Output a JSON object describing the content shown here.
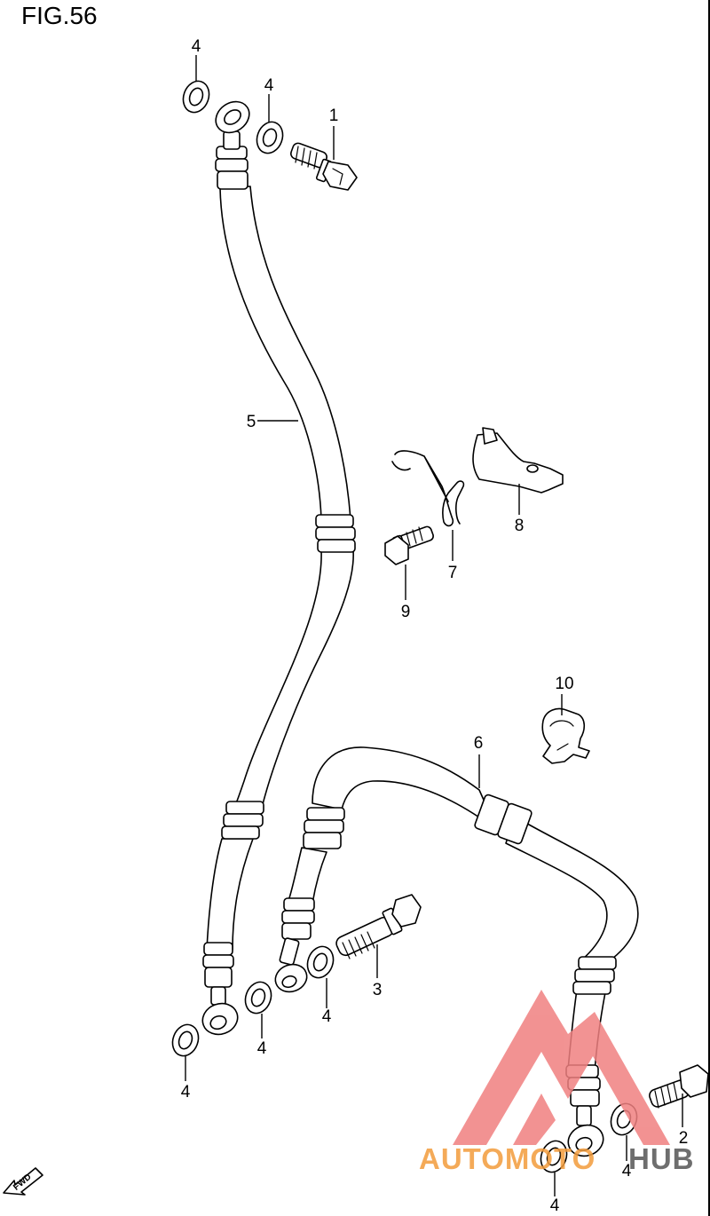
{
  "figure": {
    "title": "FIG.56"
  },
  "callouts": {
    "c1": "1",
    "c2": "2",
    "c3": "3",
    "c4a": "4",
    "c4b": "4",
    "c4c": "4",
    "c4d": "4",
    "c4e": "4",
    "c4f": "4",
    "c4g": "4",
    "c5": "5",
    "c6": "6",
    "c7": "7",
    "c8": "8",
    "c9": "9",
    "c10": "10"
  },
  "fwd_label": "FWD",
  "watermark": {
    "part1": "AUTOMOTO",
    "part2": "HUB",
    "color_primary": "#f39c3c",
    "color_triangle": "#f08080",
    "color_secondary": "#555555"
  },
  "colors": {
    "line": "#000000",
    "background": "#ffffff"
  }
}
